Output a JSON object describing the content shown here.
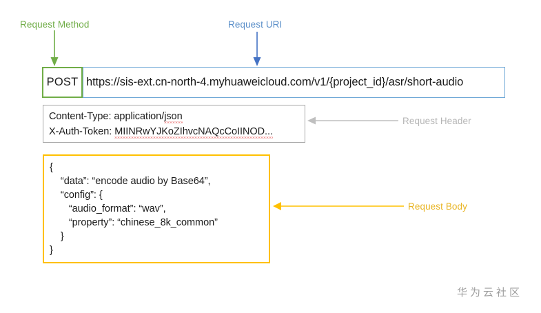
{
  "annotations": {
    "request_method": {
      "label": "Request Method",
      "color": "#70AD47"
    },
    "request_uri": {
      "label": "Request URI",
      "color": "#5B8FC9"
    },
    "request_header": {
      "label": "Request Header",
      "color": "#B5B5B5"
    },
    "request_body": {
      "label": "Request Body",
      "color": "#E8B422"
    }
  },
  "request": {
    "method": "POST",
    "uri": "https://sis-ext.cn-north-4.myhuaweicloud.com/v1/{project_id}/asr/short-audio",
    "headers": [
      {
        "name": "Content-Type:",
        "value": " application/",
        "value_flagged": "json"
      },
      {
        "name": "X-Auth-Token:",
        "value": " ",
        "value_flagged": "MIINRwYJKoZIhvcNAQcCoIINOD..."
      }
    ],
    "body_lines": [
      "{",
      "    “data”: “encode audio by Base64”,",
      "    “config”: {",
      "       “audio_format”: “wav”,",
      "       “property”: “chinese_8k_common”",
      "    }",
      "}"
    ]
  },
  "watermark": {
    "text": "华为云社区"
  },
  "colors": {
    "method_border": "#70AD47",
    "uri_border": "#6FA8D6",
    "header_border": "#A6A6A6",
    "body_border": "#FFC000",
    "spellcheck_underline": "#E03B3B",
    "background": "#FFFFFF"
  }
}
